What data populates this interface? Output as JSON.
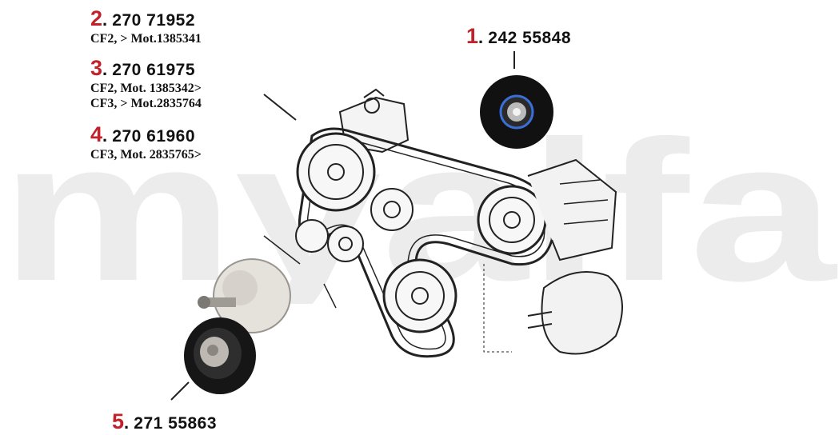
{
  "watermark_text": "myalfa",
  "parts": [
    {
      "number": "1",
      "code": "242 55848",
      "notes": []
    },
    {
      "number": "2",
      "code": "270 71952",
      "notes": [
        "CF2, > Mot.1385341"
      ]
    },
    {
      "number": "3",
      "code": "270 61975",
      "notes": [
        "CF2, Mot. 1385342>",
        "CF3, > Mot.2835764"
      ]
    },
    {
      "number": "4",
      "code": "270 61960",
      "notes": [
        "CF3, Mot. 2835765>"
      ]
    },
    {
      "number": "5",
      "code": "271 55863",
      "notes": []
    }
  ],
  "colors": {
    "number_red": "#c0212b",
    "watermark": "#ececec",
    "pulley_ring_blue": "#3a6fd8"
  }
}
